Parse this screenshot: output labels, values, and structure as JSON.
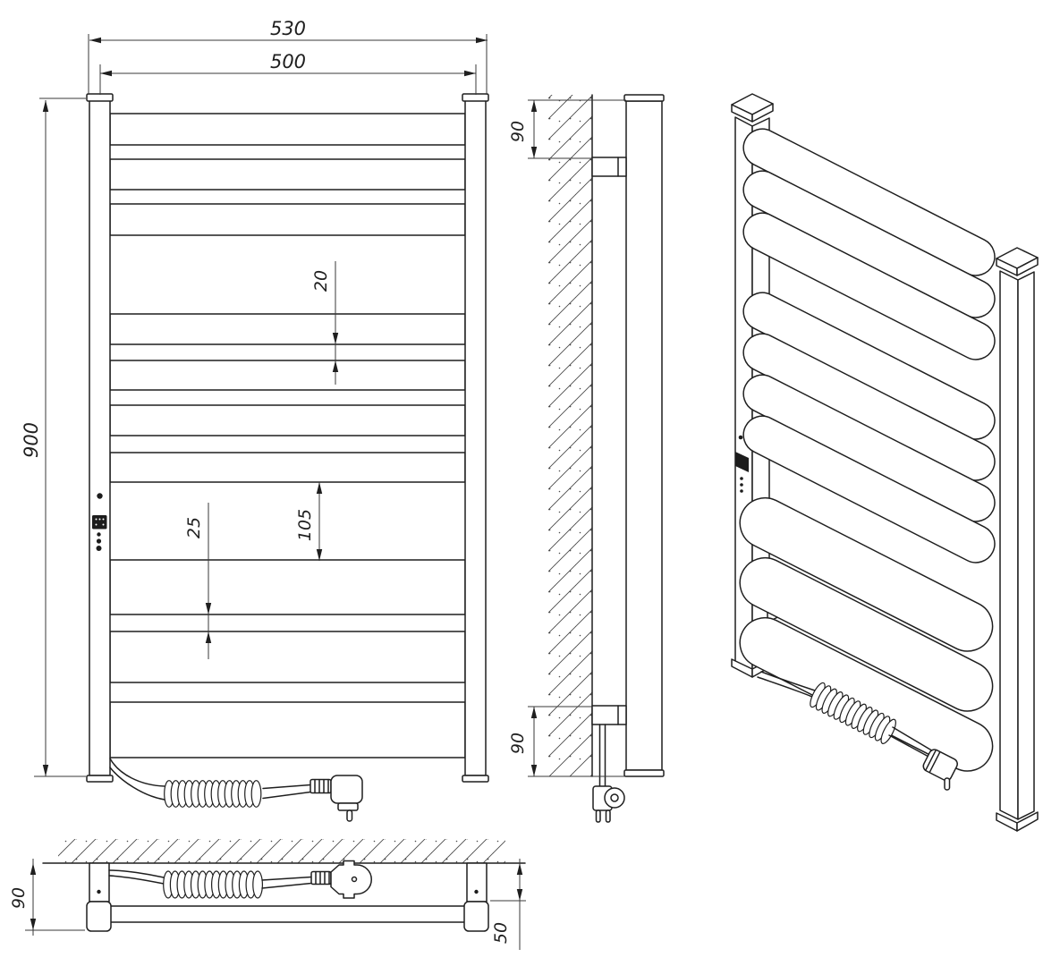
{
  "drawing": {
    "type": "technical-drawing",
    "subject": "electric heated towel rail, ladder style, wall mounted",
    "colors": {
      "line": "#1f1f1f",
      "thin_line": "#3a3a3a",
      "background": "#ffffff",
      "display": "#1c1c1c"
    },
    "dims": {
      "front_outer_width": "530",
      "front_rail_width": "500",
      "front_height": "900",
      "front_slat_gap": "20",
      "front_group_gap": "105",
      "front_bottom_gap": "25",
      "side_top_offset": "90",
      "side_bottom_offset": "90",
      "bottom_depth": "90",
      "bottom_wall_gap": "50"
    }
  }
}
